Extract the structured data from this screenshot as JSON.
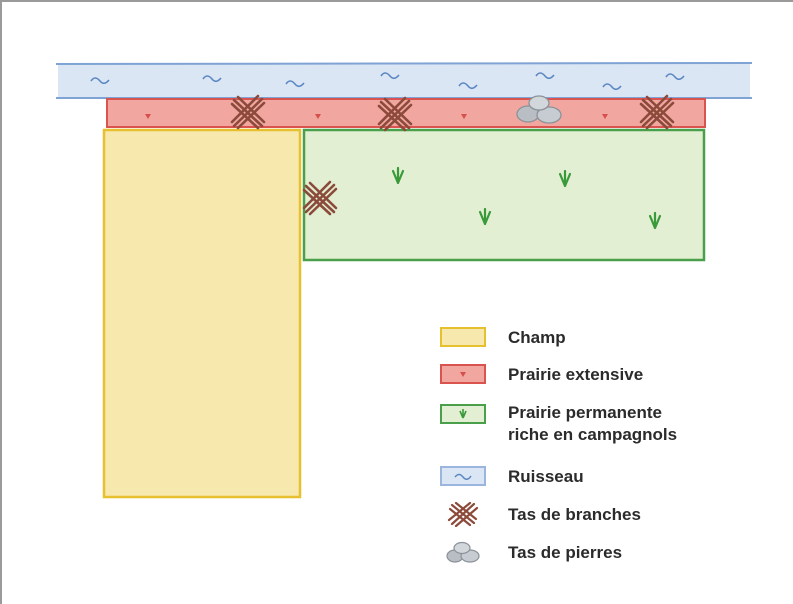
{
  "legend": {
    "champ": {
      "label": "Champ",
      "icon": "field-swatch",
      "color": "#f5e6a2"
    },
    "prairie_extensive": {
      "label": "Prairie extensive",
      "icon": "extensive-meadow-swatch",
      "color": "#f2a6a0"
    },
    "prairie_permanente": {
      "label_line1": "Prairie permanente",
      "label_line2": "riche en campagnols",
      "icon": "permanent-meadow-swatch",
      "color": "#dcebc8"
    },
    "ruisseau": {
      "label": "Ruisseau",
      "icon": "stream-swatch",
      "color": "#dbe6f4"
    },
    "tas_de_branches": {
      "label": "Tas de branches",
      "icon": "branch-pile-icon",
      "color": "#8b4a3a"
    },
    "tas_de_pierres": {
      "label": "Tas de pierres",
      "icon": "stone-pile-icon",
      "color": "#b8bec4"
    }
  }
}
